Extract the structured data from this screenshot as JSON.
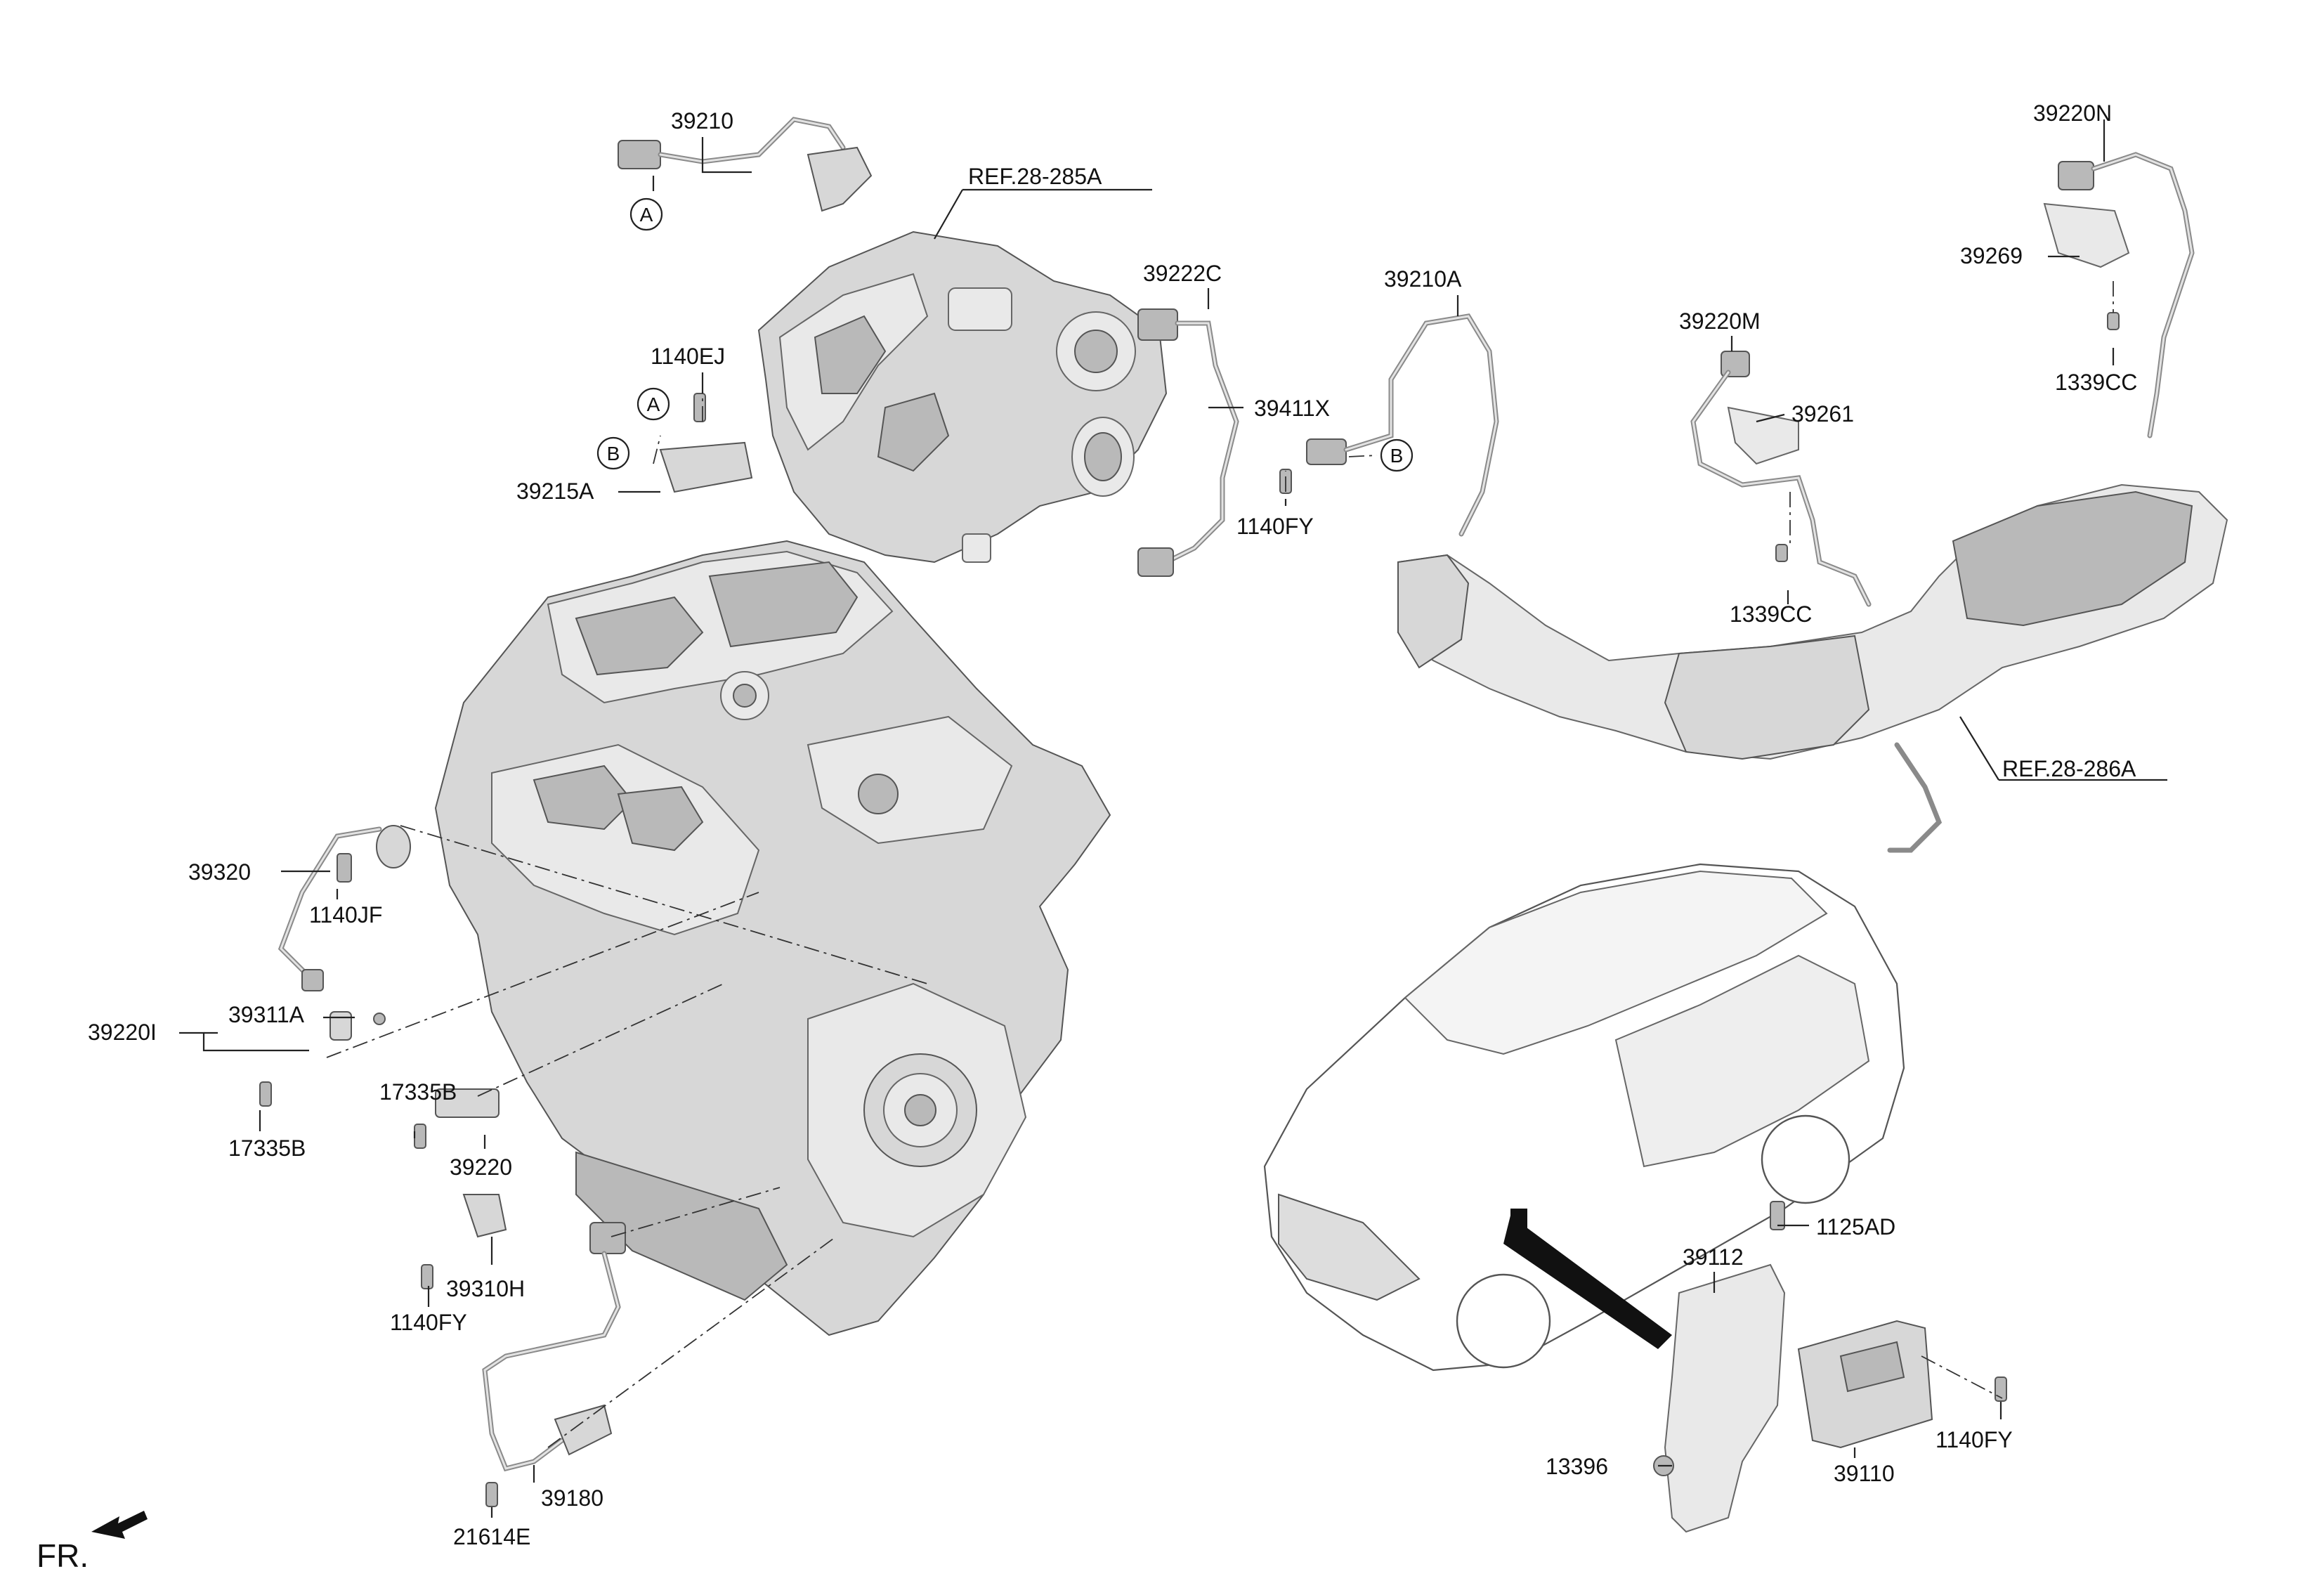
{
  "diagram": {
    "orientation_label": "FR.",
    "callouts": {
      "A": "A",
      "B": "B"
    },
    "references": {
      "turbo_manifold": "REF.28-285A",
      "exhaust_converter": "REF.28-286A"
    },
    "part_numbers": {
      "p39210": "39210",
      "p39222C": "39222C",
      "p1140EJ": "1140EJ",
      "p39215A": "39215A",
      "p39411X": "39411X",
      "p1140FY_top": "1140FY",
      "p39210A": "39210A",
      "p39220M": "39220M",
      "p39261": "39261",
      "p1339CC_mid": "1339CC",
      "p39220N": "39220N",
      "p39269": "39269",
      "p1339CC_right": "1339CC",
      "p39320": "39320",
      "p1140JF": "1140JF",
      "p39311A": "39311A",
      "p39220I": "39220I",
      "p17335B_left": "17335B",
      "p17335B_mid": "17335B",
      "p39220": "39220",
      "p39310H": "39310H",
      "p1140FY_low": "1140FY",
      "p39180": "39180",
      "p21614E": "21614E",
      "p39112": "39112",
      "p1125AD": "1125AD",
      "p13396": "13396",
      "p39110": "39110",
      "p1140FY_ecu": "1140FY"
    }
  }
}
